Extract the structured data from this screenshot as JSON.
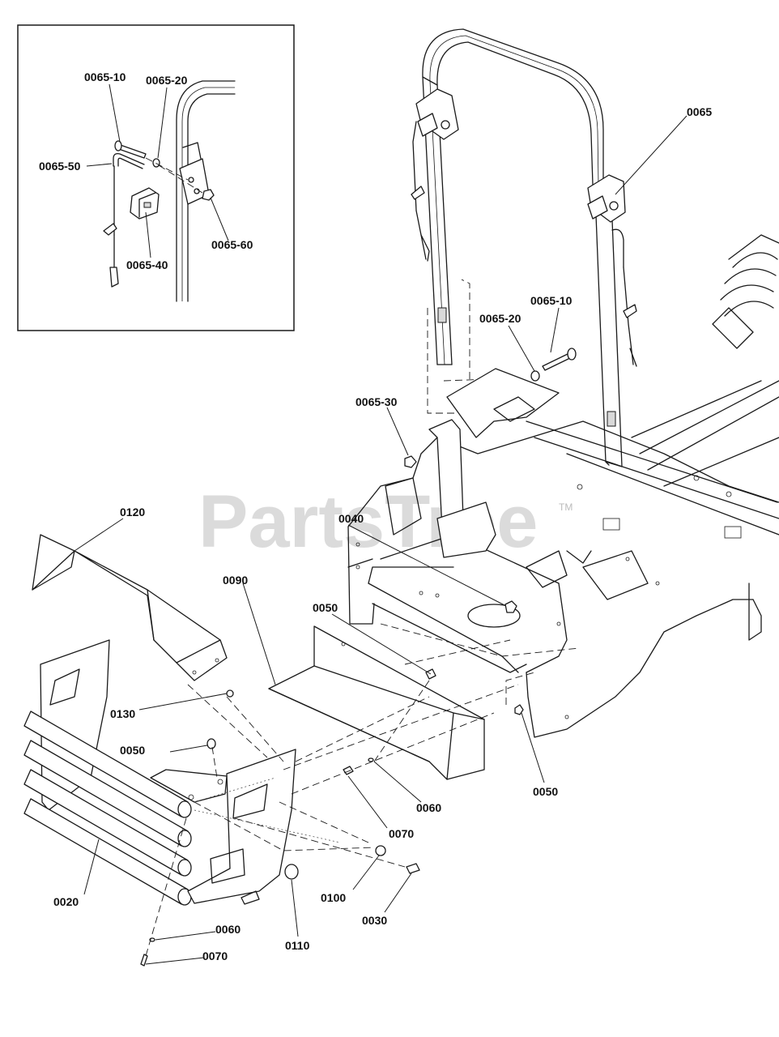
{
  "watermark": {
    "text": "PartsTree",
    "tm": "TM"
  },
  "inset": {
    "callouts": {
      "c1": "0065-10",
      "c2": "0065-20",
      "c3": "0065-50",
      "c4": "0065-40",
      "c5": "0065-60"
    }
  },
  "main": {
    "callouts": {
      "rops": "0065",
      "bolt": "0065-10",
      "washer": "0065-20",
      "nut": "0065-30",
      "p0040": "0040",
      "p0050a": "0050",
      "p0050b": "0050",
      "p0050c": "0050",
      "p0090": "0090",
      "p0120": "0120",
      "p0130": "0130",
      "p0060a": "0060",
      "p0070a": "0070",
      "p0100": "0100",
      "p0030": "0030",
      "p0110": "0110",
      "p0020": "0020",
      "p0060b": "0060",
      "p0070b": "0070"
    }
  }
}
